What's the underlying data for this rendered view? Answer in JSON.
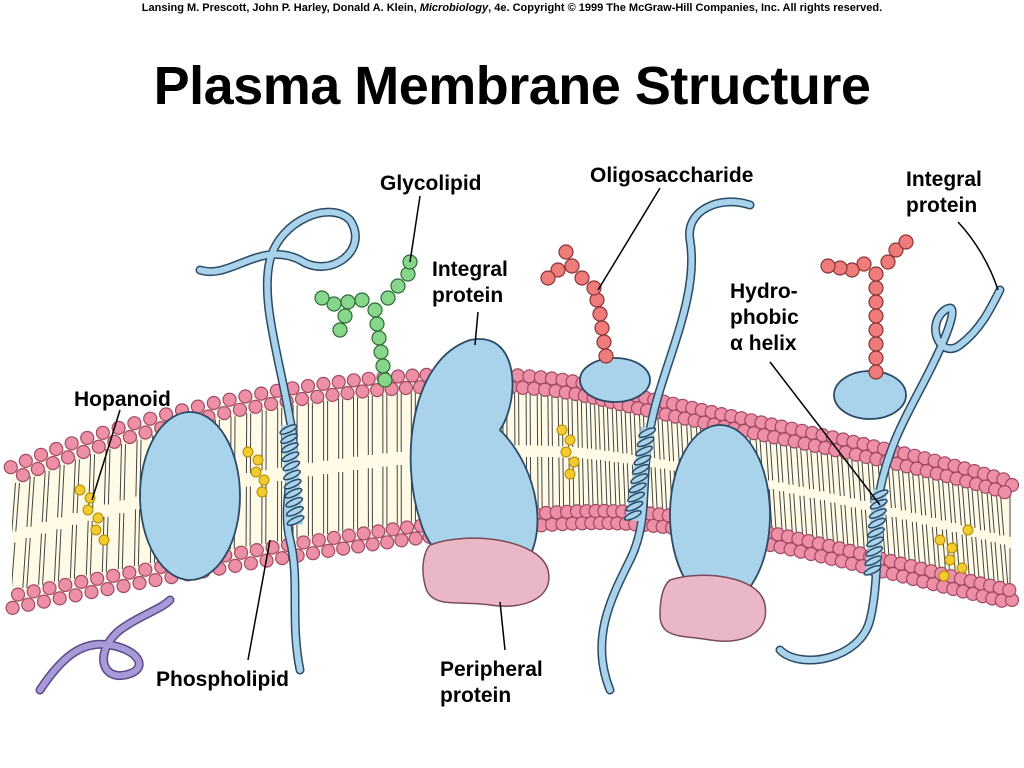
{
  "credit": {
    "authors": "Lansing M. Prescott, John P. Harley, Donald A. Klein, ",
    "book": "Microbiology",
    "rest": ", 4e. Copyright © 1999 The McGraw-Hill Companies, Inc.  All rights reserved."
  },
  "title": "Plasma Membrane Structure",
  "labels": {
    "glycolipid": "Glycolipid",
    "oligosaccharide": "Oligosaccharide",
    "integral_protein_right_1": "Integral",
    "integral_protein_right_2": "protein",
    "integral_protein_center_1": "Integral",
    "integral_protein_center_2": "protein",
    "hydrophobic_1": "Hydro-",
    "hydrophobic_2": "phobic",
    "hydrophobic_3": "α helix",
    "hopanoid": "Hopanoid",
    "phospholipid": "Phospholipid",
    "peripheral_1": "Peripheral",
    "peripheral_2": "protein"
  },
  "colors": {
    "head": "#ee8fa8",
    "head_stroke": "#a04a62",
    "core": "#fffbe6",
    "protein": "#a8d3ea",
    "protein_stroke": "#2a4a66",
    "peripheral": "#eab7c6",
    "glyco_green": "#86d78c",
    "oligo_red": "#ef7b7b",
    "hopanoid": "#f2cc2e",
    "strand_purple": "#a89ad6"
  }
}
